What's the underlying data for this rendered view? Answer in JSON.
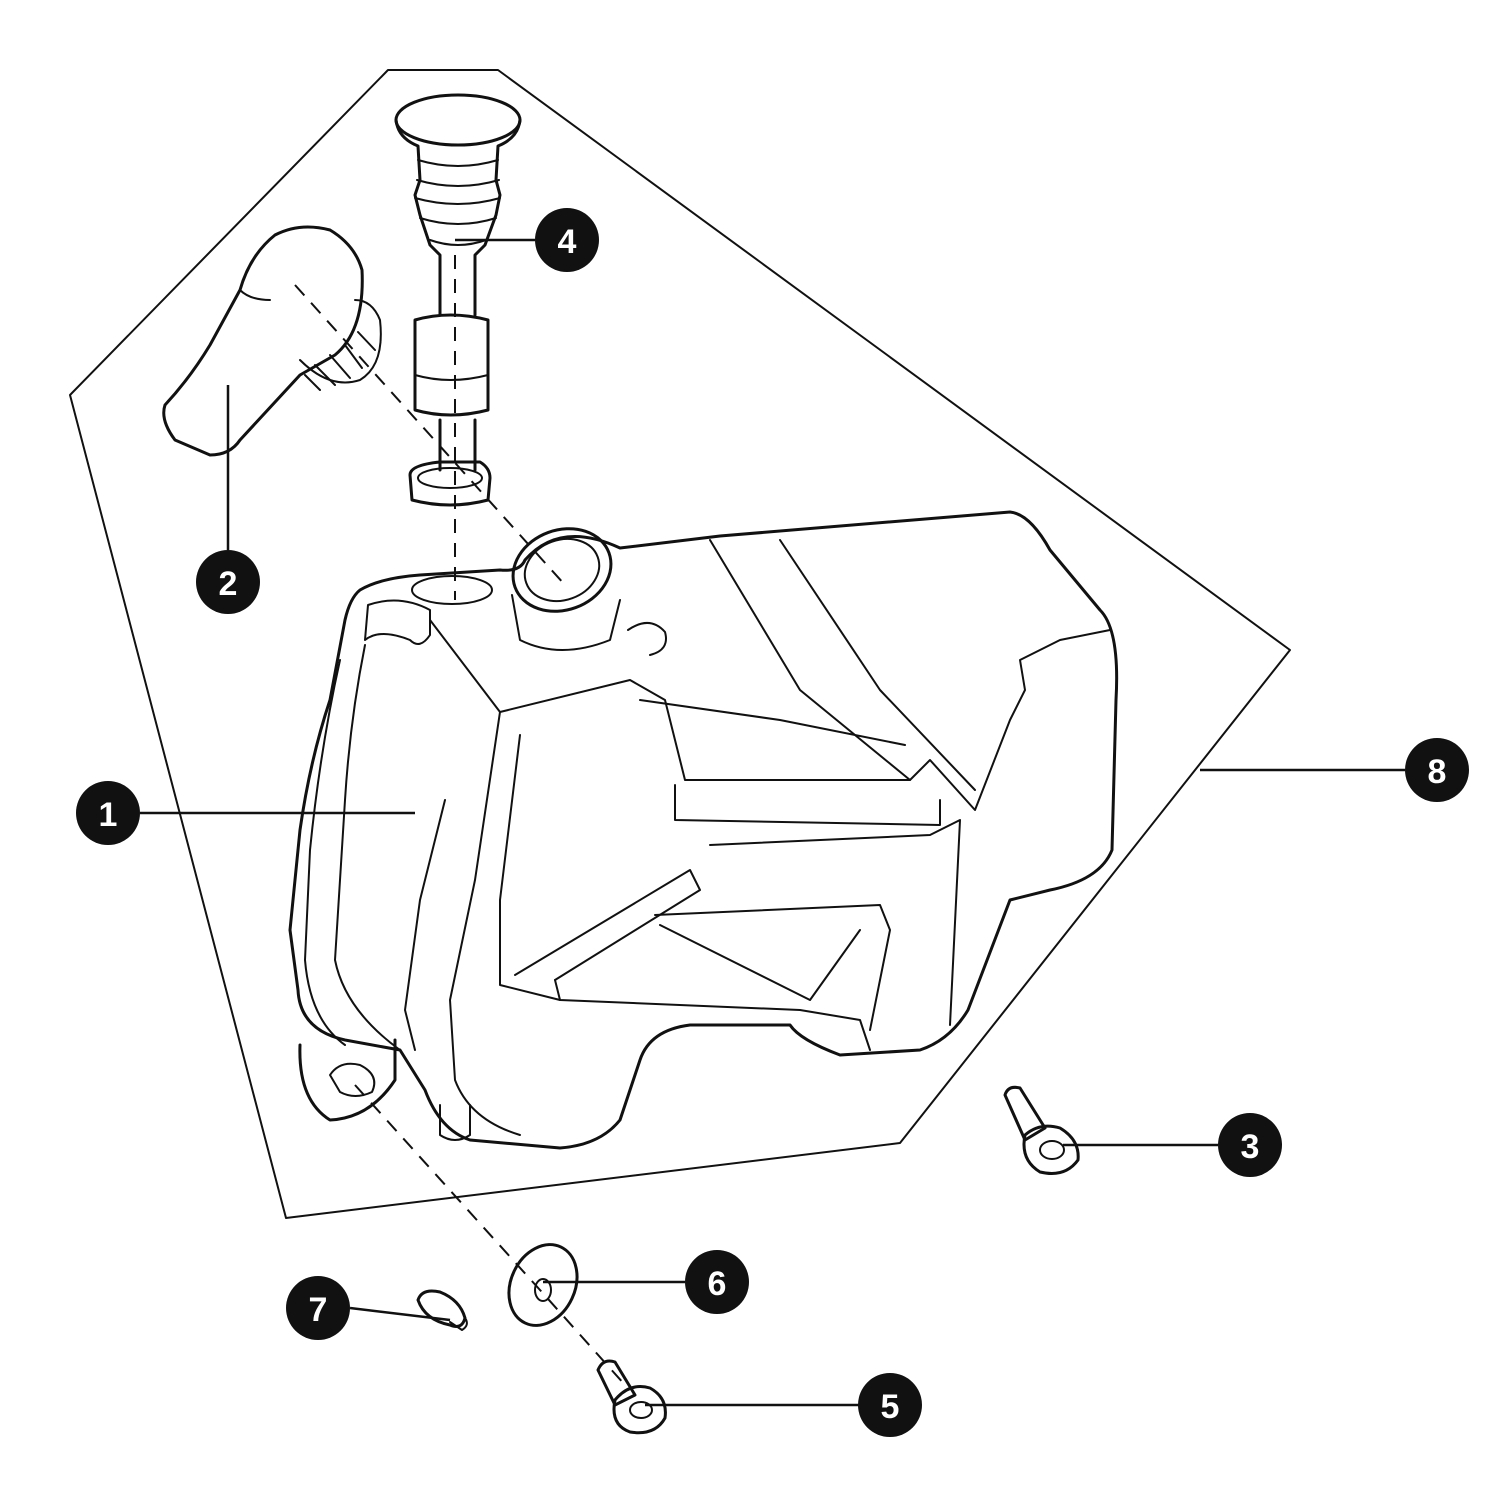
{
  "diagram": {
    "type": "exploded-parts-diagram",
    "colors": {
      "line": "#111111",
      "callout_fill": "#111111",
      "callout_text": "#ffffff",
      "background": "#ffffff"
    },
    "callouts": [
      {
        "id": "1",
        "label": "1"
      },
      {
        "id": "2",
        "label": "2"
      },
      {
        "id": "3",
        "label": "3"
      },
      {
        "id": "4",
        "label": "4"
      },
      {
        "id": "5",
        "label": "5"
      },
      {
        "id": "6",
        "label": "6"
      },
      {
        "id": "7",
        "label": "7"
      },
      {
        "id": "8",
        "label": "8"
      }
    ]
  }
}
